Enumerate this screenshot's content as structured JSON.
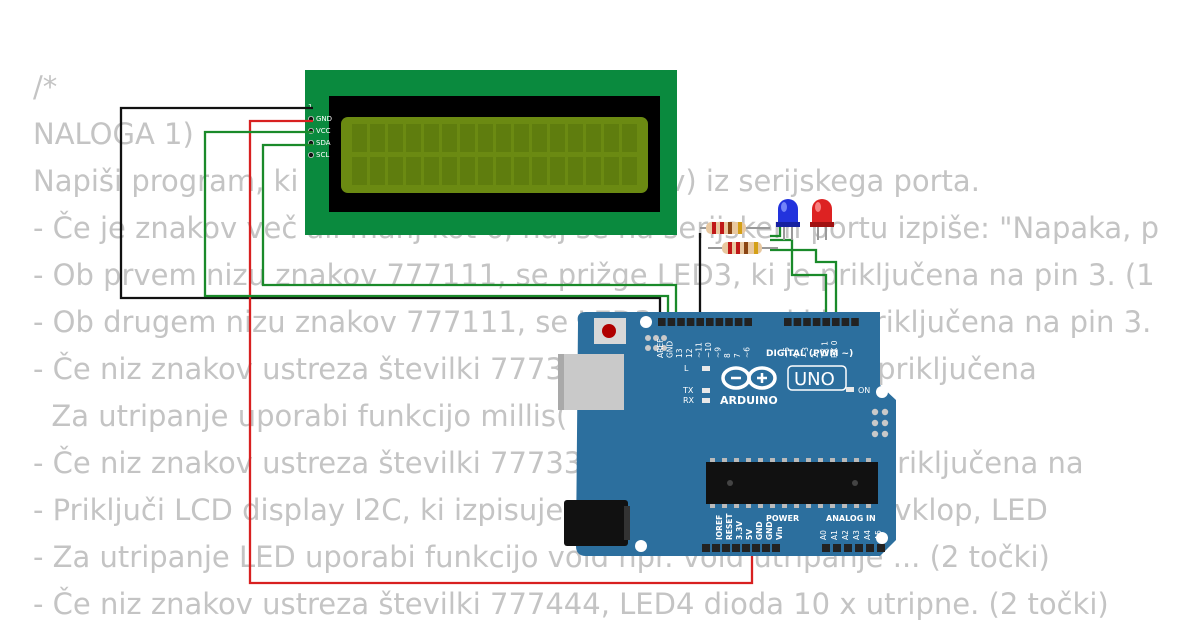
{
  "code_lines": [
    "/*",
    "NALOGA 1)",
    "Napiši program, ki bere niz znakov (7 znakov) iz serijskega porta.",
    "- Če je znakov več ali manj kot 6, naj se na serijskem portu izpiše: \"Napaka, p",
    "- Ob prvem nizu znakov 777111, se prižge LED3, ki je priključena na pin 3. (1",
    "- Ob drugem nizu znakov 777111, se LED3 ugasne, ki je priključena na pin 3.",
    "- Če niz znakov ustreza številki 777333, utripa LED4, ki je priključena",
    "  Za utripanje uporabi funkcijo millis(",
    "- Če niz znakov ustreza številki 777333, ugasne LED, ki je priključena na",
    "- Priključi LCD display I2C, ki izpisuje stanje LED, npr. LED3 vklop, LED",
    "- Za utripanje LED uporabi funkcijo void npr. void utripanje ... (2 točki)",
    "- Če niz znakov ustreza številki 777444, LED4 dioda 10 x utripne. (2 točki)"
  ],
  "lcd": {
    "pins": [
      "1",
      "GND",
      "VCC",
      "SDA",
      "SCL"
    ]
  },
  "arduino": {
    "brand": "ARDUINO",
    "model": "UNO",
    "on_label": "ON",
    "digital_label": "DIGITAL (PWM ~)",
    "power_label": "POWER",
    "analog_label": "ANALOG IN",
    "tx_label": "TX",
    "rx_label": "RX",
    "l_label": "L",
    "top_pin_labels": [
      "AREF",
      "GND",
      "13",
      "12",
      "~11",
      "~10",
      "~9",
      "8",
      "7",
      "~6",
      "~5",
      "4",
      "~3",
      "2",
      "TX 1",
      "RX 0"
    ],
    "power_pin_labels": [
      "IOREF",
      "RESET",
      "3.3V",
      "5V",
      "GND",
      "GND",
      "Vin"
    ],
    "analog_pin_labels": [
      "A0",
      "A1",
      "A2",
      "A3",
      "A4",
      "A5"
    ]
  },
  "colors": {
    "pcb_lcd": "#0a8a3e",
    "lcd_screen": "#6b8a12",
    "arduino_board": "#2c6f9e",
    "led_blue": "#2233dd",
    "led_red": "#dd2222",
    "wire_black": "#111111",
    "wire_red": "#dd2222",
    "wire_green": "#1a8a2a",
    "code_text": "#c4c4c4"
  }
}
